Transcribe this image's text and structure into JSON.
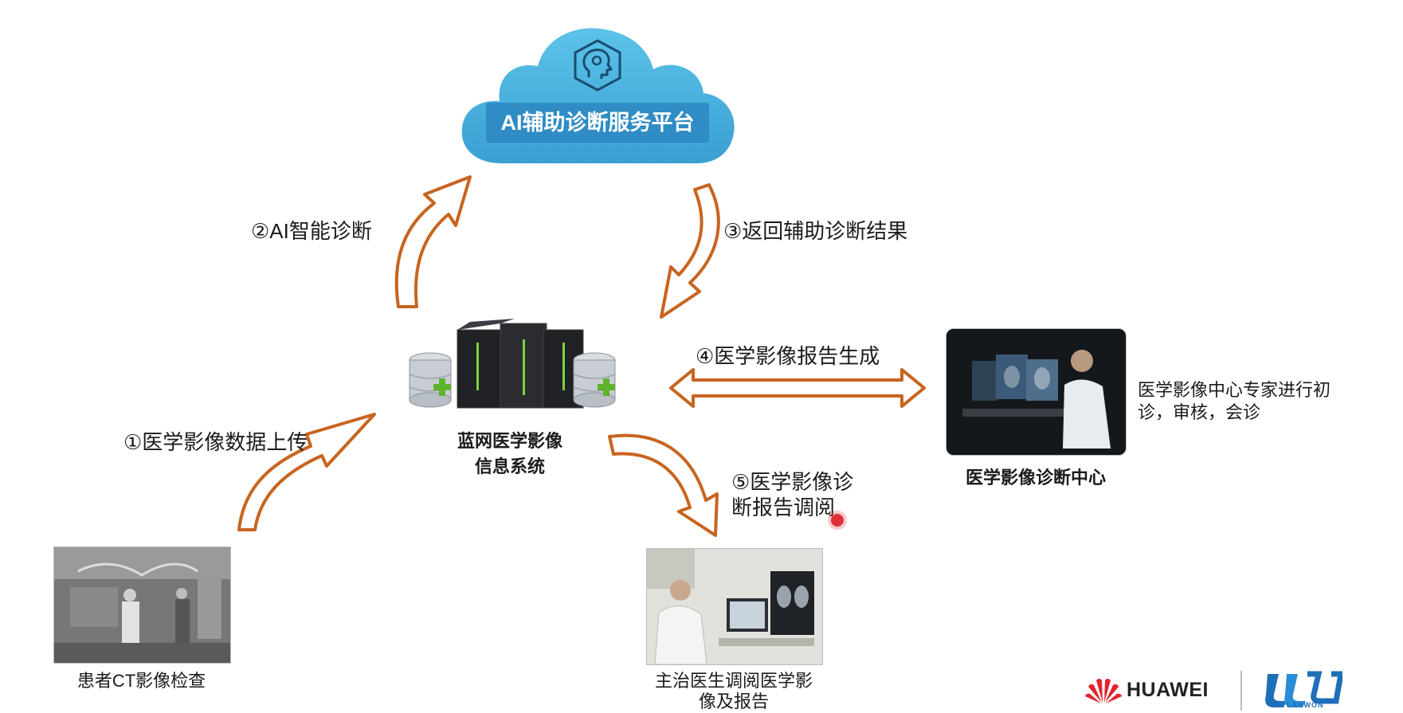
{
  "cloud": {
    "title": "AI辅助诊断服务平台",
    "icon": "ai-head-icon",
    "color": "#3fa7d6"
  },
  "steps": {
    "s1": "①医学影像数据上传",
    "s2": "②AI智能诊断",
    "s3": "③返回辅助诊断结果",
    "s4": "④医学影像报告生成",
    "s5_line1": "⑤医学影像诊",
    "s5_line2": "断报告调阅"
  },
  "center": {
    "line1": "蓝网医学影像",
    "line2": "信息系统"
  },
  "right": {
    "caption": "医学影像诊断中心",
    "desc_line1": "医学影像中心专家进行初",
    "desc_line2": "诊，审核，会诊"
  },
  "bottom_left": {
    "caption": "患者CT影像检查"
  },
  "bottom_mid": {
    "line1": "主治医生调阅医学影",
    "line2": "像及报告"
  },
  "logos": {
    "huawei": "HUAWEI",
    "lanwon": "LANWON"
  },
  "colors": {
    "arrow": "#c8641f",
    "cloud": "#3fa7d6",
    "server_green": "#5fb32a"
  }
}
